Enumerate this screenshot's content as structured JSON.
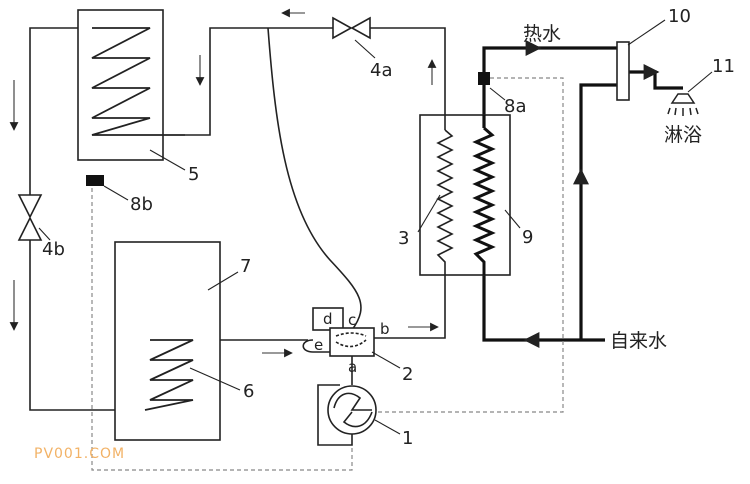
{
  "labels": {
    "compressor": "1",
    "four_way_valve": "2",
    "plate_heat_exchanger": "3",
    "expansion_valve_a": "4a",
    "expansion_valve_b": "4b",
    "upper_coil": "5",
    "lower_coil": "6",
    "water_tank": "7",
    "sensor_a": "8a",
    "sensor_b": "8b",
    "exchanger_housing": "9",
    "mixing_valve": "10",
    "shower_head": "11"
  },
  "ports": {
    "a": "a",
    "b": "b",
    "c": "c",
    "d": "d",
    "e": "e"
  },
  "text": {
    "hot_water": "热水",
    "tap_water": "自来水",
    "shower": "淋浴"
  },
  "watermark": "PV001.COM"
}
